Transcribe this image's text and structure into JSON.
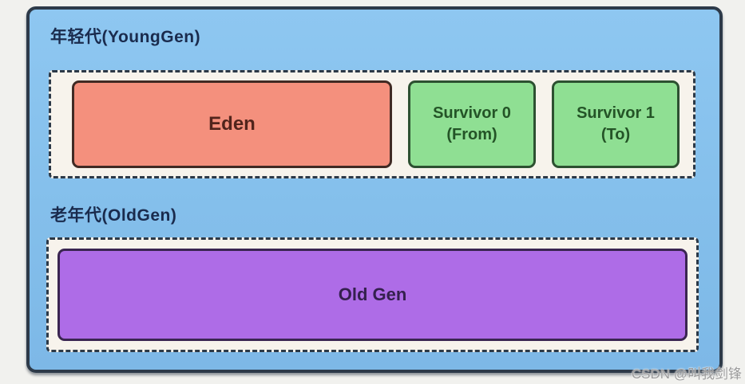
{
  "watermark": "CSDN @叫我剑锋",
  "diagram": {
    "young_gen": {
      "label": "年轻代(YoungGen)",
      "regions": [
        {
          "title": "Eden",
          "subtitle": ""
        },
        {
          "title": "Survivor 0",
          "subtitle": "(From)"
        },
        {
          "title": "Survivor 1",
          "subtitle": "(To)"
        }
      ]
    },
    "old_gen": {
      "label": "老年代(OldGen)",
      "region": {
        "title": "Old Gen"
      }
    },
    "colors": {
      "container_fill": "#84bfeb",
      "container_border": "#2d3a49",
      "dashed_region_fill": "#f7f3ec",
      "dashed_border": "#2c3947",
      "eden_fill": "#f4907d",
      "eden_border": "#402a24",
      "eden_text": "#51241c",
      "survivor_fill": "#8fdf93",
      "survivor_border": "#2d5031",
      "survivor_text": "#245427",
      "oldgen_fill": "#ae6ce7",
      "oldgen_border": "#3a2551",
      "oldgen_text": "#34204e",
      "label_text": "#1a2b4d",
      "watermark_text": "#9b9b9b"
    }
  }
}
